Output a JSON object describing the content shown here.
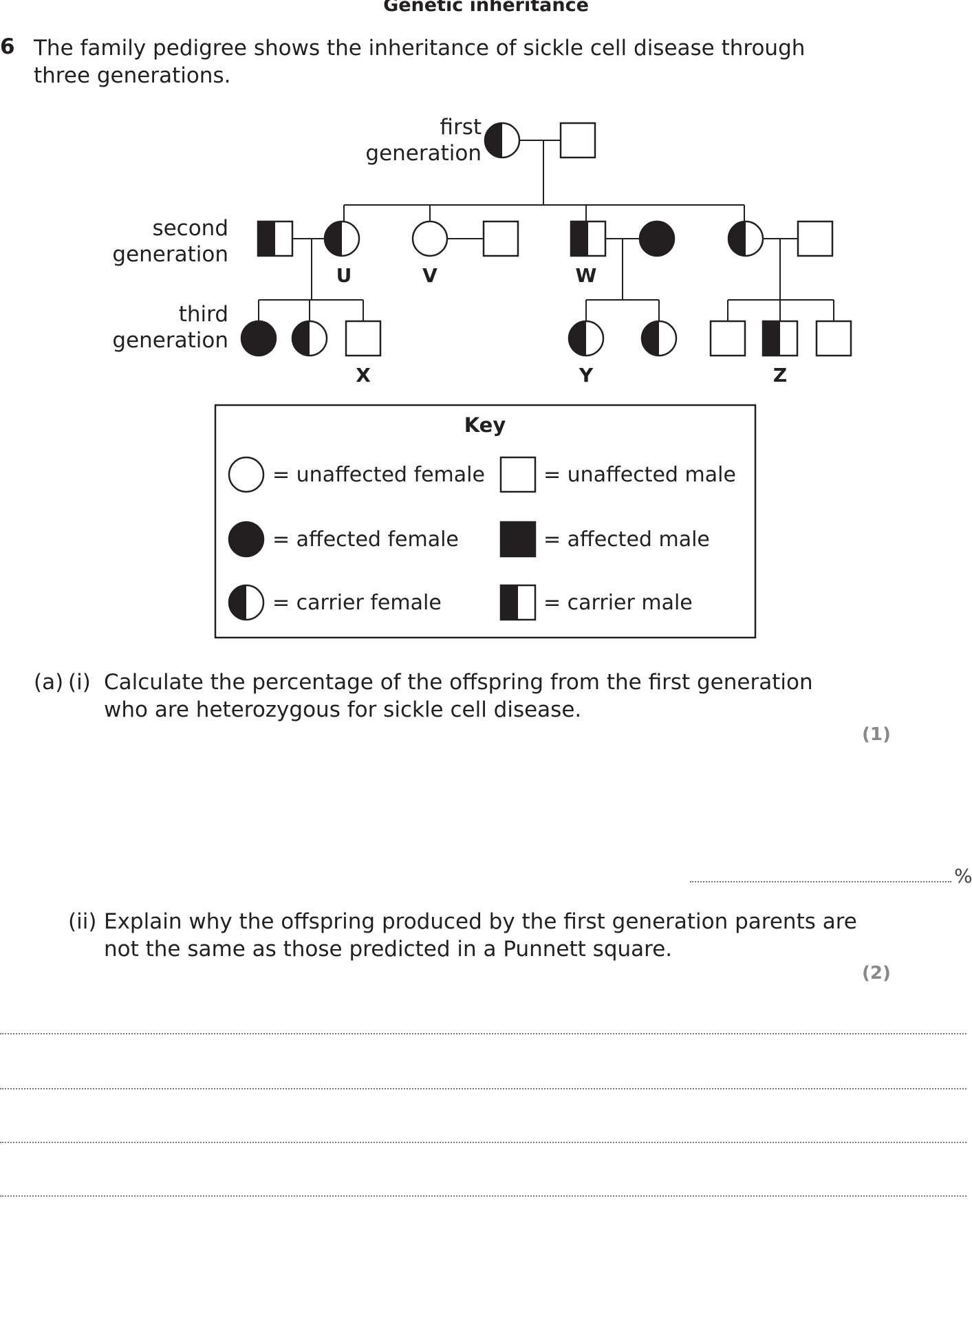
{
  "section_title": "Genetic inheritance",
  "question_number": "6",
  "question_text": "The family pedigree shows the inheritance of sickle cell disease through three generations.",
  "diagram": {
    "gen1_label": [
      "first",
      "generation"
    ],
    "gen2_label": [
      "second",
      "generation"
    ],
    "gen3_label": [
      "third",
      "generation"
    ],
    "person_labels": {
      "U": "U",
      "V": "V",
      "W": "W",
      "X": "X",
      "Y": "Y",
      "Z": "Z"
    }
  },
  "key": {
    "title": "Key",
    "items": [
      "= unaffected female",
      "= unaffected male",
      "= affected female",
      "= affected male",
      "= carrier female",
      "= carrier male"
    ]
  },
  "part_a_i": {
    "label_a": "(a)",
    "label_i": "(i)",
    "text": "Calculate the percentage of the offspring from the first generation who are heterozygous for sickle cell disease.",
    "marks": "(1)",
    "unit": "%"
  },
  "part_a_ii": {
    "label_ii": "(ii)",
    "text": "Explain why the offspring produced by the first generation parents are not the same as those predicted in a Punnett square.",
    "marks": "(2)"
  }
}
